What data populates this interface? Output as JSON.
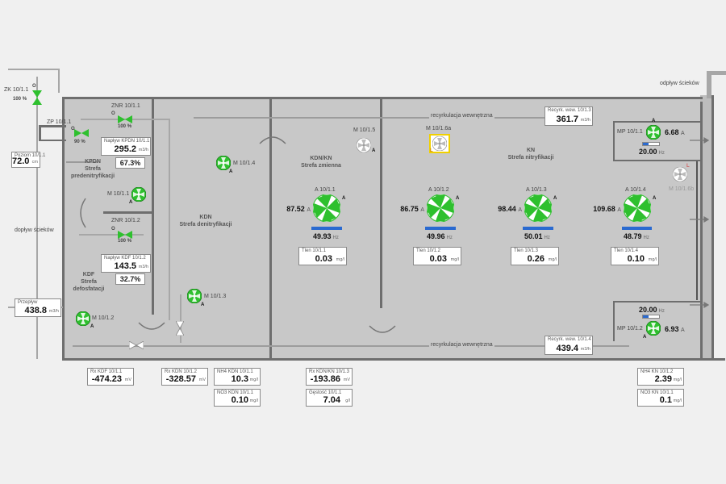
{
  "labels": {
    "zk": "ZK 10/1.1",
    "zk_value": "100",
    "zk_unit": "%",
    "zk_o": "O",
    "zp": "ZP 10/1.1",
    "zp_value": "90",
    "zp_unit": "%",
    "zp_o": "O",
    "znr1": "ZNR 10/1.1",
    "znr1_value": "100",
    "znr1_unit": "%",
    "znr1_o": "O",
    "znr2": "ZNR 10/1.2",
    "znr2_value": "100",
    "znr2_unit": "%",
    "znr2_o": "O",
    "inflow": "dopływ ścieków",
    "outflow": "odpływ ścieków",
    "recirc_top": "recyrkulacja wewnętrzna",
    "recirc_bottom": "recyrkulacja wewnętrzna"
  },
  "zones": {
    "kpdn": "KPDN\nStrefa\npredenitryfikacji",
    "kdf": "KDF\nStrefa\ndefosfatacji",
    "kdn": "KDN\nStrefa denitryfikacji",
    "kdnkn": "KDN/KN\nStrefa zmienna",
    "kn": "KN\nStrefa nitryfikacji"
  },
  "mixers": {
    "m1014": "M 10/1.4",
    "m1011": "M 10/1.1",
    "m1013": "M 10/1.3",
    "m1012": "M 10/1.2",
    "m1015": "M 10/1.5",
    "m1016a": "M 10/1.6a",
    "m1016b": "M 10/1.6b",
    "a": "A",
    "l": "L"
  },
  "aerators": [
    {
      "name": "A 10/1.1",
      "power": "87.52",
      "unit": "A",
      "hz": "49.93",
      "hz_unit": "Hz",
      "mode": "A",
      "bar": 0.998
    },
    {
      "name": "A 10/1.2",
      "power": "86.75",
      "unit": "A",
      "hz": "49.96",
      "hz_unit": "Hz",
      "mode": "A",
      "bar": 0.999
    },
    {
      "name": "A 10/1.3",
      "power": "98.44",
      "unit": "A",
      "hz": "50.01",
      "hz_unit": "Hz",
      "mode": "A",
      "bar": 1.0
    },
    {
      "name": "A 10/1.4",
      "power": "109.68",
      "unit": "A",
      "hz": "48.79",
      "hz_unit": "Hz",
      "mode": "A",
      "bar": 0.976
    }
  ],
  "oxygen": [
    {
      "label": "Tlen 10/1.1",
      "value": "0.03",
      "unit": "mg/l"
    },
    {
      "label": "Tlen 10/1.2",
      "value": "0.03",
      "unit": "mg/l"
    },
    {
      "label": "Tlen 10/1.3",
      "value": "0.26",
      "unit": "mg/l"
    },
    {
      "label": "Tlen 10/1.4",
      "value": "0.10",
      "unit": "mg/l"
    }
  ],
  "pumps": {
    "mp1": {
      "name": "MP 10/1.1",
      "current": "6.68",
      "unit": "A",
      "hz": "20.00",
      "hz_unit": "Hz",
      "mode": "A"
    },
    "mp2": {
      "name": "MP 10/1.2",
      "current": "6.93",
      "unit": "A",
      "hz": "20.00",
      "hz_unit": "Hz",
      "mode": "A"
    }
  },
  "boxes": {
    "poziom": {
      "label": "Poziom 10/1.1",
      "value": "72.0",
      "unit": "cm"
    },
    "przeplyw": {
      "label": "Przepływ",
      "value": "438.8",
      "unit": "m3/h"
    },
    "naplyw_kpdn": {
      "label": "Napływ KPDN 10/1.1",
      "value": "295.2",
      "unit": "m3/h",
      "pct": "67.3%"
    },
    "naplyw_kdf": {
      "label": "Napływ KDF 10/1.2",
      "value": "143.5",
      "unit": "m3/h",
      "pct": "32.7%"
    },
    "recyrk1": {
      "label": "Recyrk. wew. 10/1.3",
      "value": "361.7",
      "unit": "m3/h"
    },
    "recyrk2": {
      "label": "Recyrk. wew. 10/1.4",
      "value": "439.4",
      "unit": "m3/h"
    },
    "rx_kdf": {
      "label": "Rx KDF 10/1.1",
      "value": "-474.23",
      "unit": "mV"
    },
    "rx_kdn": {
      "label": "Rx KDN 10/1.2",
      "value": "-328.57",
      "unit": "mV"
    },
    "nh4_kdn": {
      "label": "NH4 KDN 10/1.1",
      "value": "10.3",
      "unit": "mg/l"
    },
    "no3_kdn": {
      "label": "NO3 KDN 10/1.1",
      "value": "0.10",
      "unit": "mg/l"
    },
    "rx_kdnkn": {
      "label": "Rx KDN/KN 10/1.3",
      "value": "-193.86",
      "unit": "mV"
    },
    "gestosc": {
      "label": "Gęstość 10/1.1",
      "value": "7.04",
      "unit": "g/l"
    },
    "nh4_kn": {
      "label": "NH4 KN 10/1.2",
      "value": "2.39",
      "unit": "mg/l"
    },
    "no3_kn": {
      "label": "NO3 KN 10/1.1",
      "value": "0.1",
      "unit": "mg/l"
    }
  },
  "colors": {
    "tank": "#c8c8c8",
    "wall": "#6e6e6e",
    "active": "#2ec02e",
    "bar": "#2a6ad0",
    "select": "#f0d000"
  }
}
